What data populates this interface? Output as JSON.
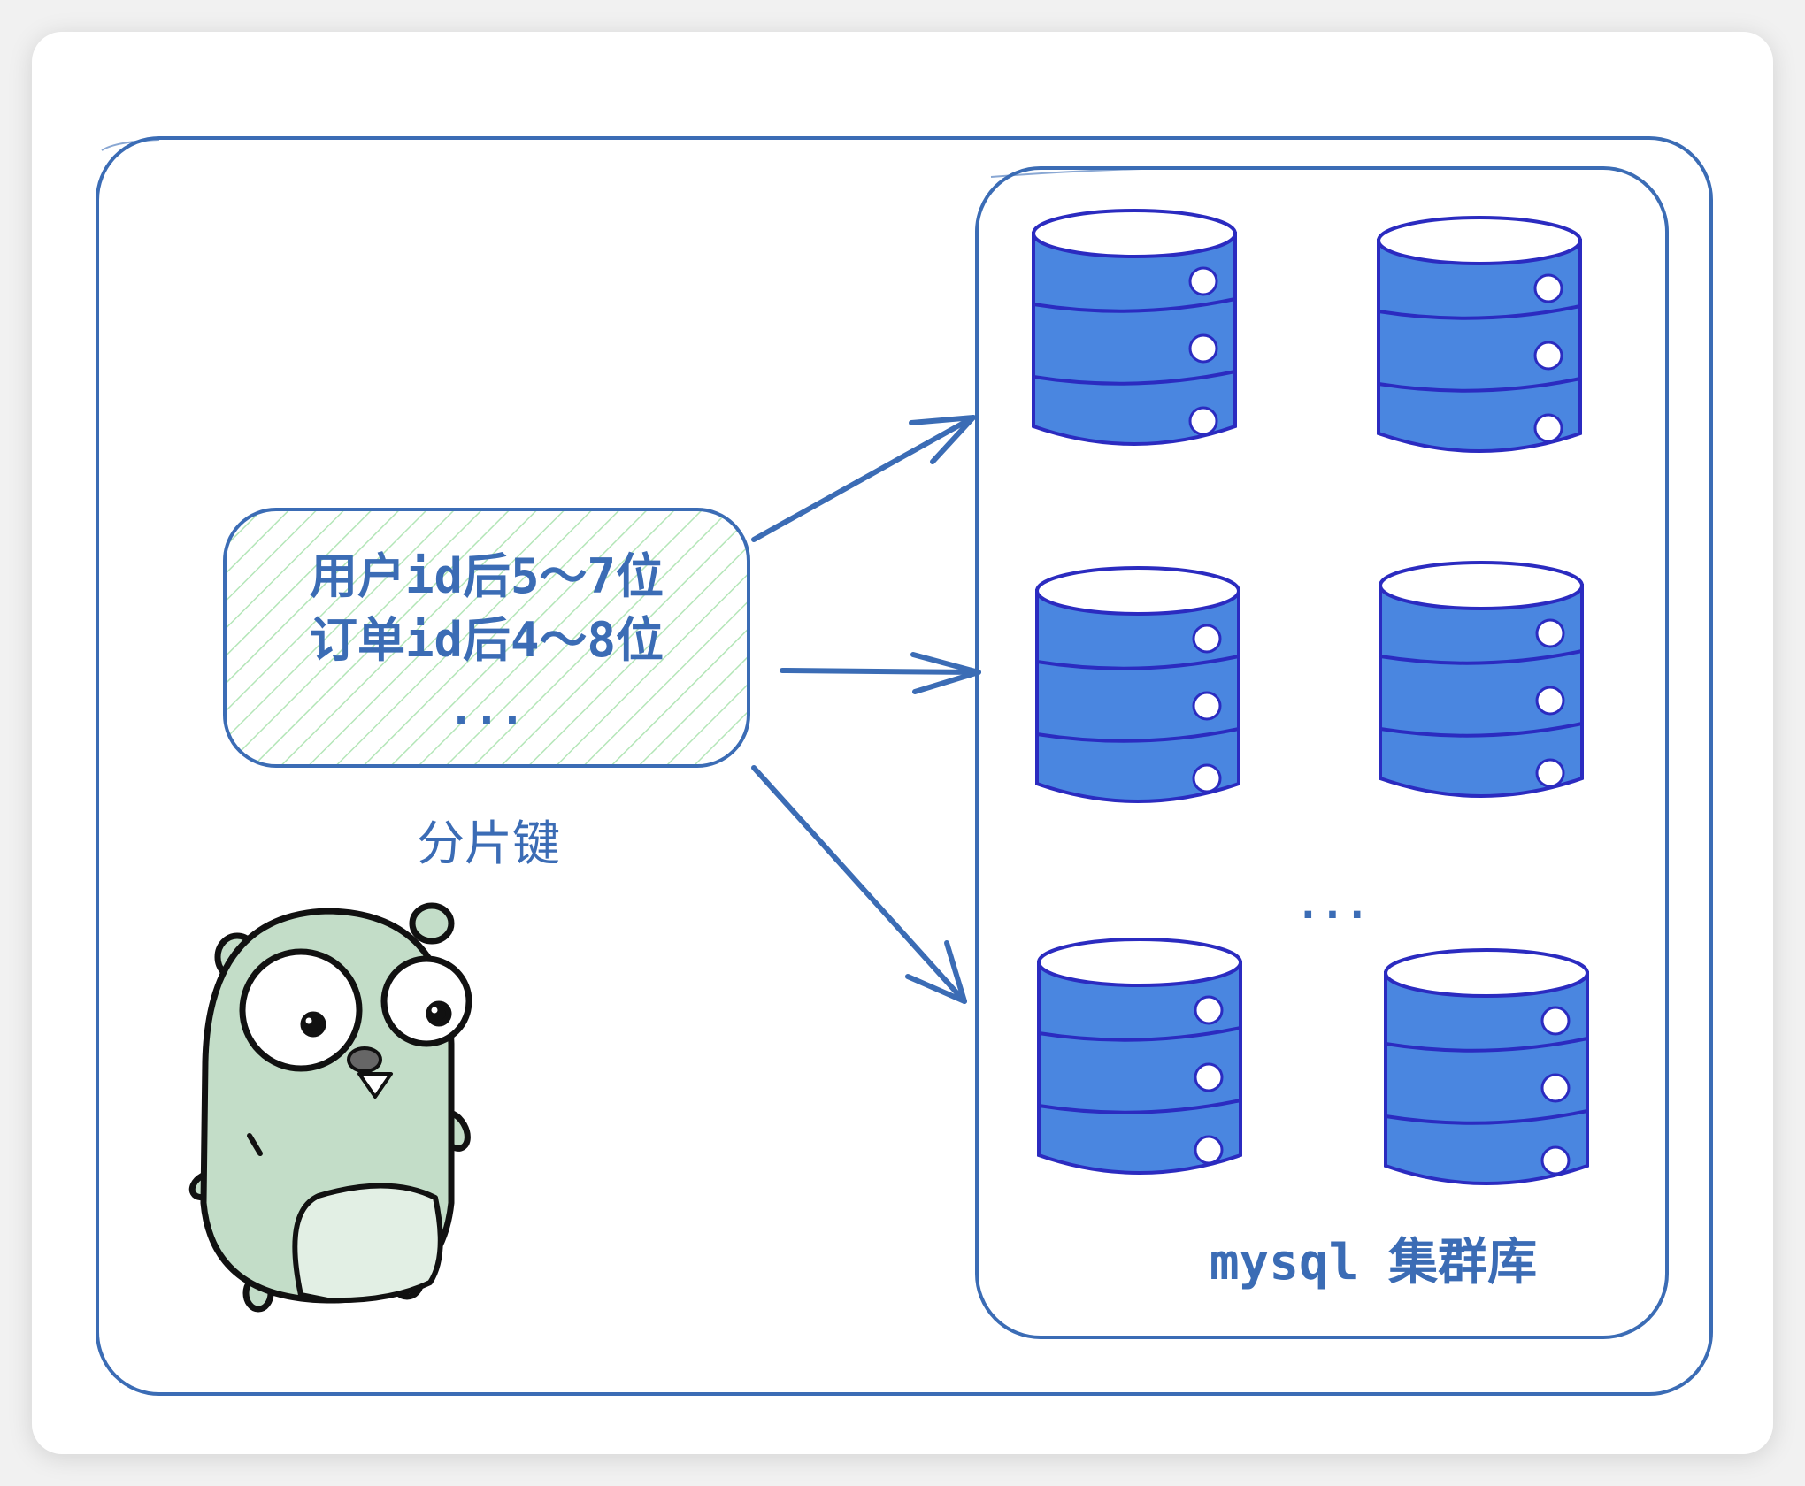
{
  "shard_key_box": {
    "lines": [
      "用户id后5～7位",
      "订单id后4～8位",
      "..."
    ]
  },
  "shard_key_label": "分片键",
  "cluster_label": "mysql 集群库",
  "cluster_ellipsis": "...",
  "database_count": 6,
  "colors": {
    "outline": "#3b6cb5",
    "database_fill": "#4a86e0",
    "database_stroke": "#2b2bc0",
    "hatch": "#b4e6b8",
    "gopher_body": "#c3ddc8"
  },
  "icons": [
    "database-icon",
    "gopher-mascot",
    "arrow-icon"
  ]
}
